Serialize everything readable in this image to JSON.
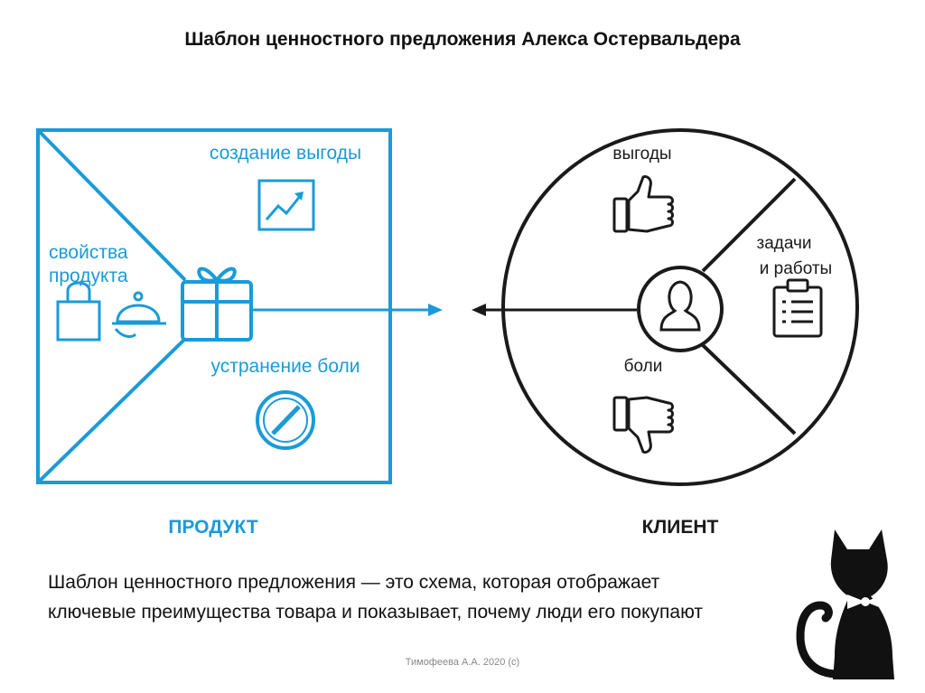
{
  "title": "Шаблон ценностного предложения Алекса Остервальдера",
  "product": {
    "label": "ПРОДУКТ",
    "gain_creators": "создание выгоды",
    "features_line1": "свойства",
    "features_line2": "продукта",
    "pain_relievers": "устранение боли",
    "color": "#1a9bd7"
  },
  "customer": {
    "label": "КЛИЕНТ",
    "gains": "выгоды",
    "jobs_line1": "задачи",
    "jobs_line2": "и работы",
    "pains": "боли",
    "color": "#1a1a1a"
  },
  "description_line1": "Шаблон ценностного предложения — это схема, которая отображает",
  "description_line2": "ключевые преимущества товара и показывает, почему люди его покупают",
  "footer": "Тимофеева А.А. 2020 (с)",
  "icons": [
    "chart-up-icon",
    "shopping-bag-icon",
    "cloche-icon",
    "gift-icon",
    "no-pain-icon",
    "thumbs-up-icon",
    "user-icon",
    "clipboard-icon",
    "thumbs-down-icon",
    "cat-icon"
  ]
}
